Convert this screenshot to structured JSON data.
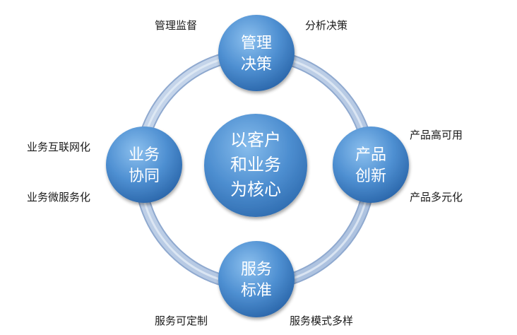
{
  "center": {
    "lines": [
      "以客户",
      "和业务",
      "为核心"
    ]
  },
  "nodes": {
    "top": {
      "lines": [
        "管理",
        "决策"
      ]
    },
    "right": {
      "lines": [
        "产品",
        "创新"
      ]
    },
    "bottom": {
      "lines": [
        "服务",
        "标准"
      ]
    },
    "left": {
      "lines": [
        "业务",
        "协同"
      ]
    }
  },
  "labels": {
    "top_left": "管理监督",
    "top_right": "分析决策",
    "right_top": "产品高可用",
    "right_bottom": "产品多元化",
    "bottom_left": "服务可定制",
    "bottom_right": "服务模式多样",
    "left_top": "业务互联网化",
    "left_bottom": "业务微服务化"
  },
  "colors": {
    "ring": "#b8cbe4",
    "ring_edge": "#8fa9cf",
    "circle_light": "#7fb3e6",
    "circle_dark": "#2e6fb5"
  }
}
